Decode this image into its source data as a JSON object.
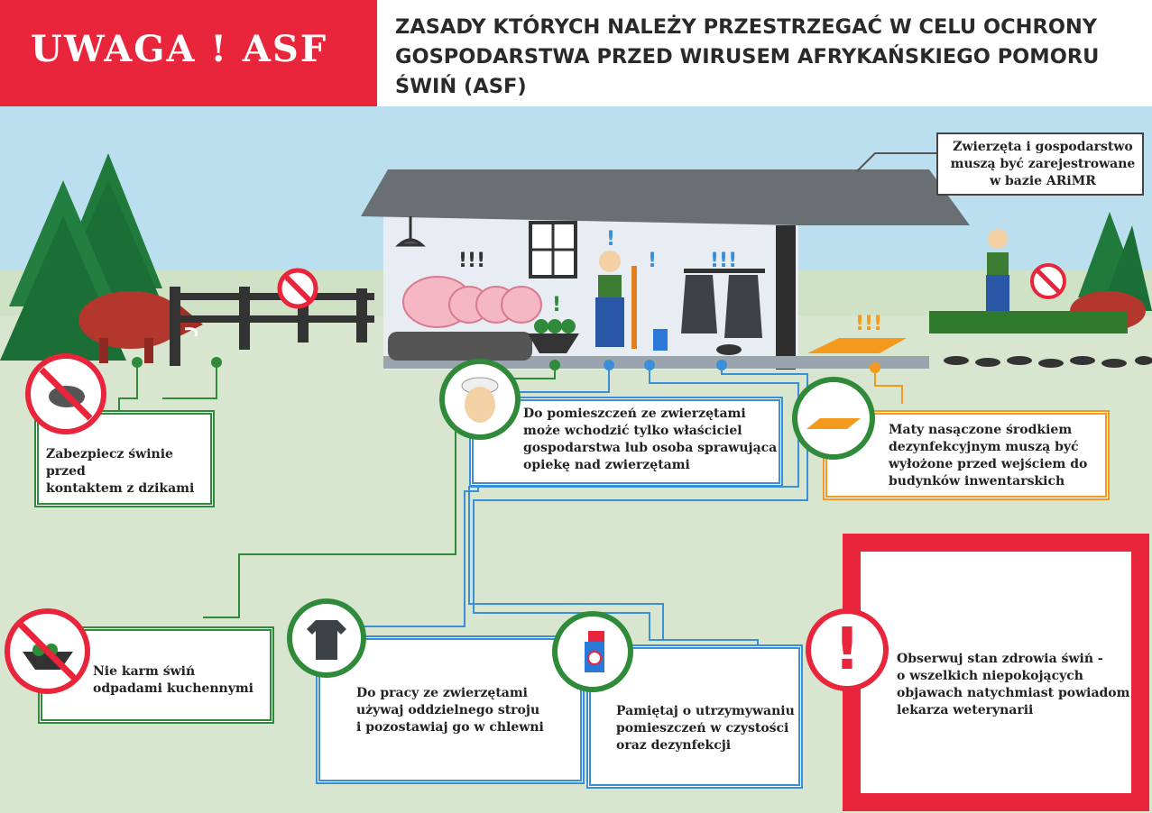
{
  "header": {
    "badge": "UWAGA ! ASF",
    "title_lines": [
      "ZASADY KTÓRYCH NALEŻY PRZESTRZEGAĆ W CELU OCHRONY",
      "GOSPODARSTWA PRZED WIRUSEM AFRYKAŃSKIEGO POMORU",
      "ŚWIŃ (ASF)"
    ]
  },
  "rules": {
    "registration": [
      "Zwierzęta i gospodarstwo",
      "muszą być zarejestrowane",
      "w bazie ARiMR"
    ],
    "protect": [
      "Zabezpiecz świnie przed",
      "kontaktem z dzikami"
    ],
    "access": [
      "Do pomieszczeń ze zwierzętami",
      "może wchodzić tylko właściciel",
      "gospodarstwa lub osoba sprawująca",
      "opiekę nad zwierzętami"
    ],
    "mats": [
      "Maty nasączone środkiem",
      "dezynfekcyjnym muszą być",
      "wyłożone przed wejściem do",
      "budynków inwentarskich"
    ],
    "feed": [
      "Nie karm świń",
      "odpadami kuchennymi"
    ],
    "clothes": [
      "Do pracy ze zwierzętami",
      "używaj oddzielnego stroju",
      "i pozostawiaj go w chlewni"
    ],
    "clean": [
      "Pamiętaj o utrzymywaniu",
      "pomieszczeń w czystości",
      "oraz dezynfekcji"
    ],
    "health": [
      "Obserwuj stan zdrowia świń -",
      "o wszelkich niepokojących",
      "objawach natychmiast powiadom",
      "lekarza weterynarii"
    ]
  },
  "marks": {
    "excl1": "!!!",
    "excl2": "!",
    "excl3": "!",
    "excl4": "!",
    "excl5": "!!!",
    "excl6": "!!!",
    "warning": "!"
  },
  "colors": {
    "red": "#e8253b",
    "green": "#2f8a3a",
    "blue": "#3a8fd8",
    "orange": "#f39a1e",
    "sky": "#bcdfef",
    "ground": "#d8e6cf"
  }
}
